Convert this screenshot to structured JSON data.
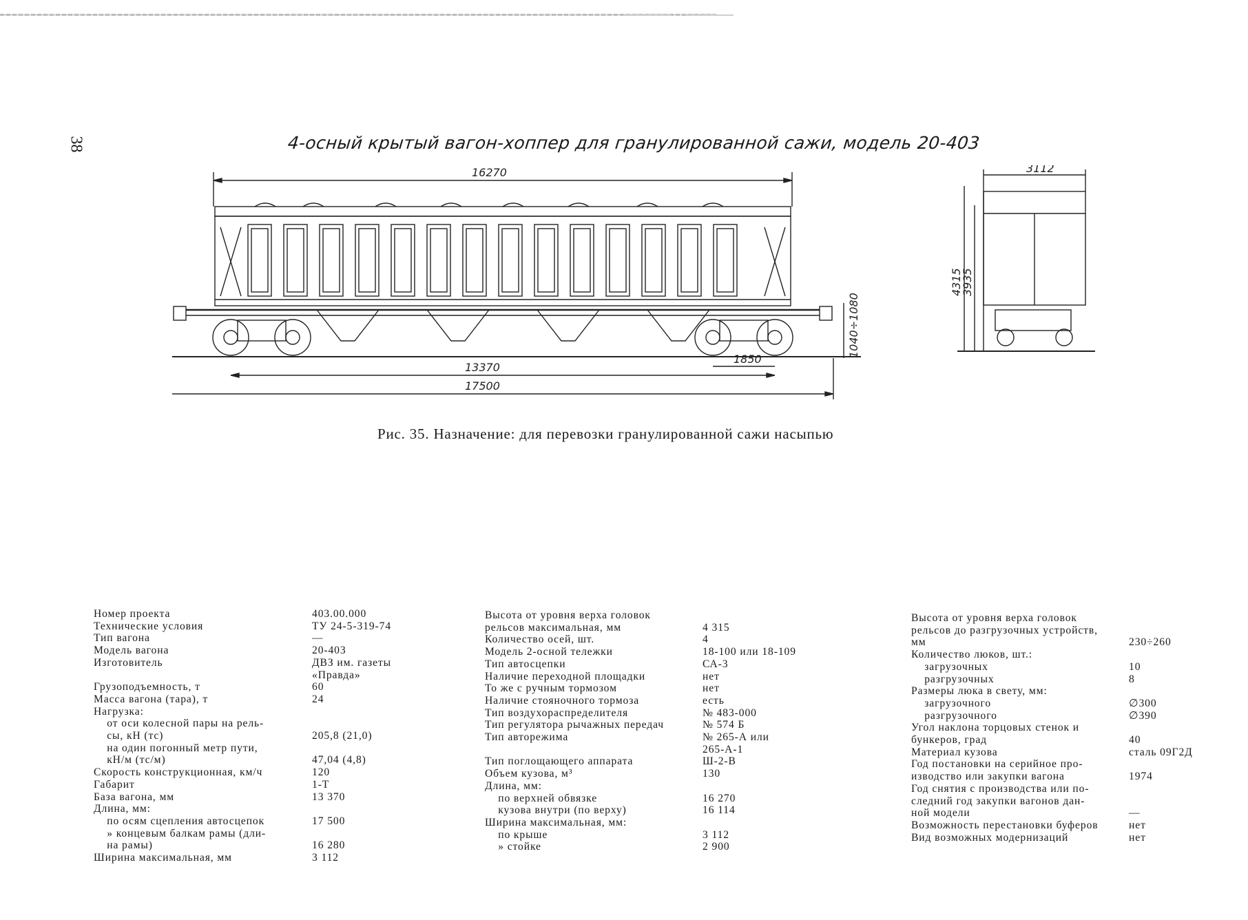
{
  "page": {
    "page_number": "38",
    "title": "4-осный крытый вагон-хоппер для гранулированной сажи, модель 20-403",
    "caption": "Рис. 35. Назначение: для перевозки гранулированной сажи насыпью"
  },
  "drawing": {
    "dim_length_body": "16270",
    "dim_base": "13370",
    "dim_total": "17500",
    "dim_bogie": "1850",
    "dim_coupler_height": "1040÷1080",
    "dim_width": "3112",
    "dim_height_total": "4315",
    "dim_height_body": "3935"
  },
  "specs": {
    "col1": [
      {
        "label": "Номер проекта",
        "value": "403.00.000"
      },
      {
        "label": "Технические условия",
        "value": "ТУ 24-5-319-74"
      },
      {
        "label": "Тип вагона",
        "value": "—"
      },
      {
        "label": "Модель вагона",
        "value": "20-403"
      },
      {
        "label": "Изготовитель",
        "value": "ДВЗ им. газеты"
      },
      {
        "label": "",
        "value": "«Правда»"
      },
      {
        "label": "Грузоподъемность, т",
        "value": "60"
      },
      {
        "label": "Масса вагона (тара), т",
        "value": "24"
      },
      {
        "label": "Нагрузка:",
        "value": ""
      },
      {
        "label": "    от оси колесной пары на рель-",
        "value": ""
      },
      {
        "label": "    сы, кН (тс)",
        "value": "205,8 (21,0)"
      },
      {
        "label": "    на один погонный метр пути,",
        "value": ""
      },
      {
        "label": "    кН/м (тс/м)",
        "value": "47,04 (4,8)"
      },
      {
        "label": "Скорость конструкционная, км/ч",
        "value": "120"
      },
      {
        "label": "Габарит",
        "value": "1-Т"
      },
      {
        "label": "База вагона, мм",
        "value": "13 370"
      },
      {
        "label": "Длина, мм:",
        "value": ""
      },
      {
        "label": "    по осям сцепления автосцепок",
        "value": "17 500"
      },
      {
        "label": "    » концевым балкам рамы (дли-",
        "value": ""
      },
      {
        "label": "    на рамы)",
        "value": "16 280"
      },
      {
        "label": "Ширина максимальная, мм",
        "value": "3 112"
      }
    ],
    "col2": [
      {
        "label": "Высота от уровня верха головок",
        "value": ""
      },
      {
        "label": "рельсов максимальная, мм",
        "value": "4 315"
      },
      {
        "label": "Количество осей, шт.",
        "value": "4"
      },
      {
        "label": "Модель 2-осной тележки",
        "value": "18-100 или 18-109"
      },
      {
        "label": "Тип автосцепки",
        "value": "СА-3"
      },
      {
        "label": "Наличие переходной площадки",
        "value": "нет"
      },
      {
        "label": "То же с ручным тормозом",
        "value": "нет"
      },
      {
        "label": "Наличие стояночного тормоза",
        "value": "есть"
      },
      {
        "label": "Тип воздухораспределителя",
        "value": "№ 483-000"
      },
      {
        "label": "Тип регулятора рычажных передач",
        "value": "№ 574 Б"
      },
      {
        "label": "Тип авторежима",
        "value": "№ 265-А или"
      },
      {
        "label": "",
        "value": "265-А-1"
      },
      {
        "label": "Тип поглощающего аппарата",
        "value": "Ш-2-В"
      },
      {
        "label": "Объем кузова, м³",
        "value": "130"
      },
      {
        "label": "Длина, мм:",
        "value": ""
      },
      {
        "label": "    по верхней обвязке",
        "value": "16 270"
      },
      {
        "label": "    кузова внутри (по верху)",
        "value": "16 114"
      },
      {
        "label": "Ширина максимальная, мм:",
        "value": ""
      },
      {
        "label": "    по крыше",
        "value": "3 112"
      },
      {
        "label": "    » стойке",
        "value": "2 900"
      }
    ],
    "col3": [
      {
        "label": "Высота от уровня верха головок",
        "value": ""
      },
      {
        "label": "рельсов до разгрузочных устройств,",
        "value": ""
      },
      {
        "label": "мм",
        "value": "230÷260"
      },
      {
        "label": "Количество люков, шт.:",
        "value": ""
      },
      {
        "label": "    загрузочных",
        "value": "10"
      },
      {
        "label": "    разгрузочных",
        "value": "8"
      },
      {
        "label": "Размеры люка в свету, мм:",
        "value": ""
      },
      {
        "label": "    загрузочного",
        "value": "∅300"
      },
      {
        "label": "    разгрузочного",
        "value": "∅390"
      },
      {
        "label": "Угол наклона торцовых стенок и",
        "value": ""
      },
      {
        "label": "бункеров, град",
        "value": "40"
      },
      {
        "label": "Материал кузова",
        "value": "сталь 09Г2Д"
      },
      {
        "label": "Год постановки на серийное про-",
        "value": ""
      },
      {
        "label": "изводство или закупки вагона",
        "value": "1974"
      },
      {
        "label": "Год снятия с производства или по-",
        "value": ""
      },
      {
        "label": "следний год закупки вагонов дан-",
        "value": ""
      },
      {
        "label": "ной модели",
        "value": "—"
      },
      {
        "label": "Возможность перестановки буферов",
        "value": "нет"
      },
      {
        "label": "Вид возможных модернизаций",
        "value": "нет"
      }
    ]
  }
}
